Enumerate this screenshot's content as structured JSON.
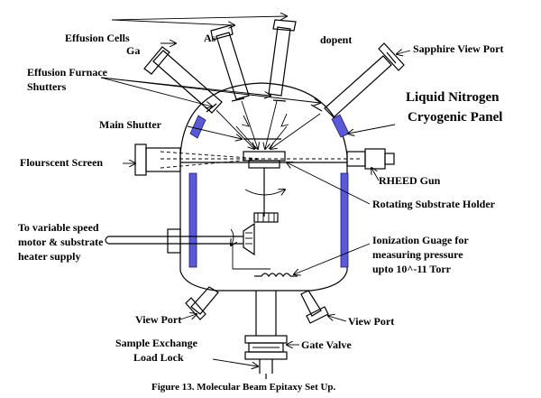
{
  "caption": "Figure 13. Molecular Beam Epitaxy Set Up.",
  "labels": {
    "effusion_cells": "Effusion Cells",
    "ga": "Ga",
    "as": "As",
    "dopent": "dopent",
    "sapphire_view_port": "Sapphire View Port",
    "effusion_furnace": "Effusion Furnace",
    "shutters": "Shutters",
    "liquid_nitrogen": "Liquid Nitrogen",
    "cryogenic_panel": "Cryogenic Panel",
    "main_shutter": "Main Shutter",
    "flourscent_screen": "Flourscent Screen",
    "rheed_gun": "RHEED Gun",
    "rotating_substrate_holder": "Rotating Substrate Holder",
    "motor_line1": "To variable speed",
    "motor_line2": "motor & substrate",
    "motor_line3": "heater supply",
    "ion_line1": "Ionization Guage for",
    "ion_line2": "measuring pressure",
    "ion_line3": "upto 10^-11 Torr",
    "view_port_left": "View Port",
    "view_port_right": "View Port",
    "gate_valve": "Gate Valve",
    "sample_exchange": "Sample Exchange",
    "load_lock": "Load Lock"
  },
  "colors": {
    "cryogenic_panel": "#5a5ad6",
    "line": "#000000",
    "background": "#ffffff"
  }
}
